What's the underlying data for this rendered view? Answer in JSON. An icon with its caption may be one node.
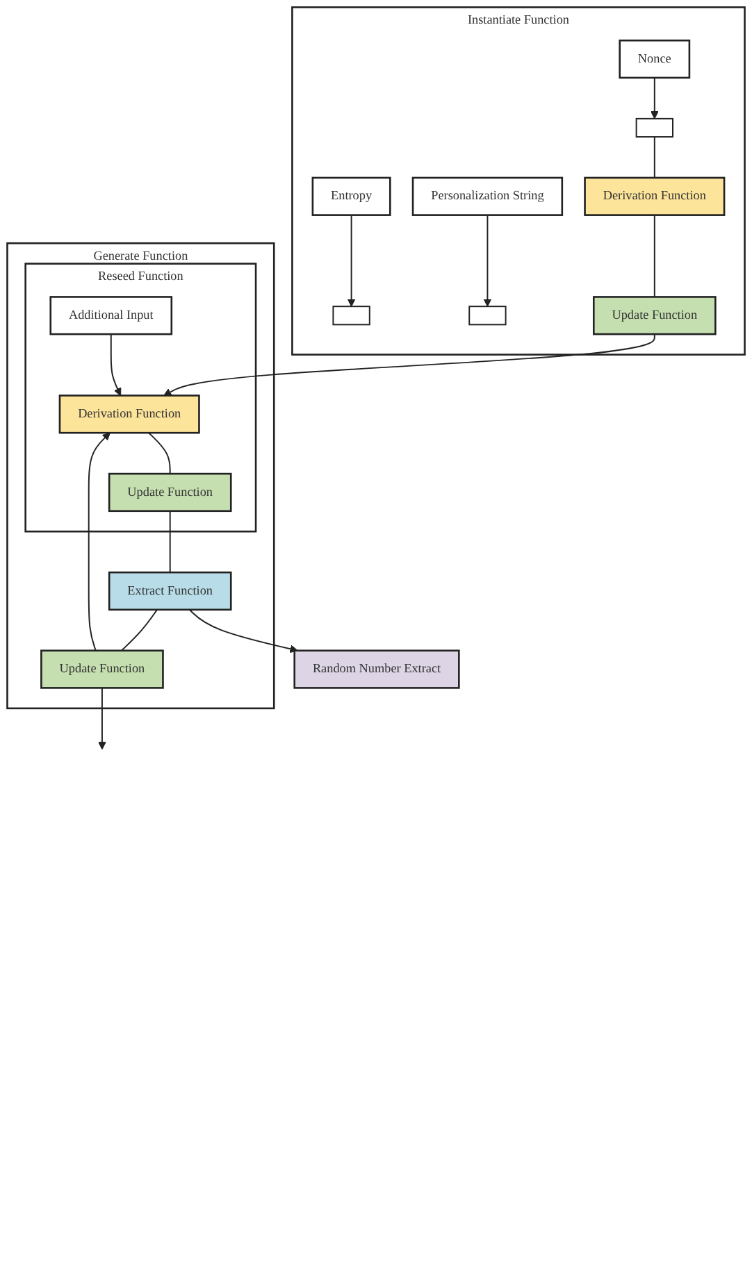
{
  "diagram": {
    "nodes": [
      {
        "text": [
          "Instantiate Function"
        ]
      },
      {
        "text": [
          "Entropy"
        ],
        "in": 0
      },
      {
        "text": [
          "Nonce"
        ],
        "in": 0
      },
      {
        "text": [
          "Personalization String"
        ],
        "in": 0
      },
      {
        "text": [],
        "shape": "bar",
        "in": 0
      },
      {
        "text": [],
        "shape": "bar",
        "in": 0
      },
      {
        "text": [],
        "shape": "bar",
        "in": 0
      },
      {
        "text": [
          "Derivation Function"
        ],
        "in": 0
      },
      {
        "text": [
          "Update Function"
        ],
        "in": 0
      },
      {
        "text": [
          "Generate Function"
        ]
      },
      {
        "text": [
          "Reseed Function"
        ],
        "in": 9
      },
      {
        "text": [
          "Additional Input"
        ],
        "in": 10
      },
      {
        "text": [
          "Derivation Function"
        ],
        "in": 10
      },
      {
        "text": [
          "Update Function"
        ],
        "in": 10
      },
      {
        "text": [
          "Extract Function"
        ],
        "in": 9
      },
      {
        "text": [
          "Update Function"
        ],
        "in": 9
      },
      {
        "text": [
          "Random Number Extract"
        ]
      }
    ],
    "edges": [
      {
        "from": 1,
        "to": 4,
        "arrow": "to"
      },
      {
        "from": 2,
        "to": 5,
        "arrow": "to"
      },
      {
        "from": 3,
        "to": 6,
        "arrow": "to"
      },
      {
        "from": 5,
        "to": 7,
        "arrow": "none"
      },
      {
        "from": 7,
        "to": 8,
        "arrow": "none"
      },
      {
        "from": 8,
        "to": 12,
        "arrow": "to"
      },
      {
        "from": 11,
        "to": 12,
        "arrow": "to"
      },
      {
        "from": 12,
        "to": 13,
        "arrow": "none"
      },
      {
        "from": 13,
        "to": 14,
        "arrow": "none"
      },
      {
        "from": 14,
        "to": 15,
        "arrow": "none"
      },
      {
        "from": 14,
        "to": 16,
        "arrow": "to"
      },
      {
        "from": 15,
        "to": 12,
        "arrow": "to"
      },
      {
        "from": 15,
        "to": null,
        "arrow": "to"
      }
    ]
  }
}
